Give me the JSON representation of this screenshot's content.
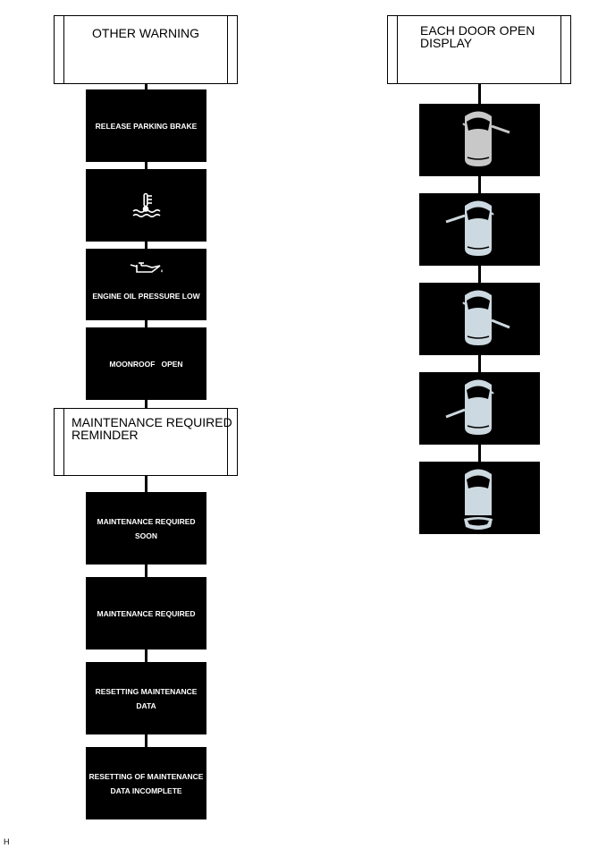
{
  "other_warning": {
    "title": "OTHER WARNING",
    "items": [
      {
        "label": "RELEASE PARKING BRAKE",
        "icon": ""
      },
      {
        "label": "",
        "icon": "coolant-temperature-icon"
      },
      {
        "label": "ENGINE OIL PRESSURE LOW",
        "icon": "oil-can-icon"
      },
      {
        "label": "MOONROOF   OPEN",
        "icon": ""
      }
    ]
  },
  "maintenance": {
    "title_line1": "MAINTENANCE REQUIRED",
    "title_line2": "REMINDER",
    "items": [
      {
        "line1": "MAINTENANCE REQUIRED",
        "line2": "SOON"
      },
      {
        "line1": "MAINTENANCE REQUIRED",
        "line2": ""
      },
      {
        "line1": "RESETTING MAINTENANCE",
        "line2": "DATA"
      },
      {
        "line1": "RESETTING OF MAINTENANCE",
        "line2": "DATA INCOMPLETE"
      }
    ]
  },
  "door_display": {
    "title_line1": "EACH DOOR OPEN",
    "title_line2": "DISPLAY",
    "items": [
      {
        "icon": "car-front-right-door-open-icon"
      },
      {
        "icon": "car-front-left-door-open-icon"
      },
      {
        "icon": "car-rear-right-door-open-icon"
      },
      {
        "icon": "car-rear-left-door-open-icon"
      },
      {
        "icon": "car-back-door-open-icon"
      }
    ]
  },
  "footer_code": "H",
  "colors": {
    "box": "#000000",
    "car_body": "#cdd9e0",
    "car_gray": "#c8c8c8",
    "text": "#ffffff"
  }
}
